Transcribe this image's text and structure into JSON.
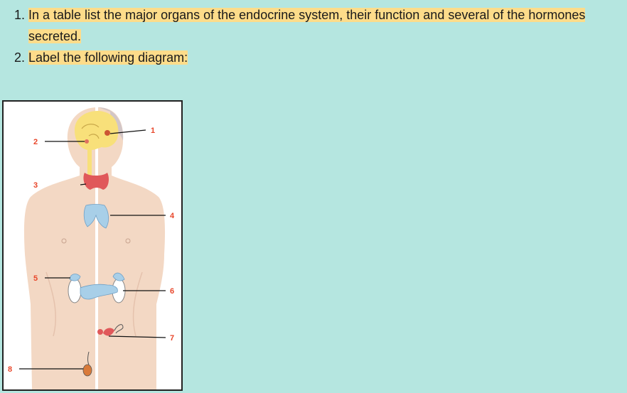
{
  "tasks": [
    "In a table list the major organs of the endocrine system, their function and several of the hormones secreted.",
    "Label the following diagram:"
  ],
  "diagram": {
    "labels": [
      "1",
      "2",
      "3",
      "4",
      "5",
      "6",
      "7",
      "8"
    ]
  },
  "colors": {
    "background": "#b5e6e0",
    "highlight": "#fddc8a",
    "label_number": "#e8462a",
    "skin": "#f3d8c4",
    "brain": "#f8e07a",
    "thyroid": "#e0585a",
    "glands_blue": "#a8cfe8"
  }
}
